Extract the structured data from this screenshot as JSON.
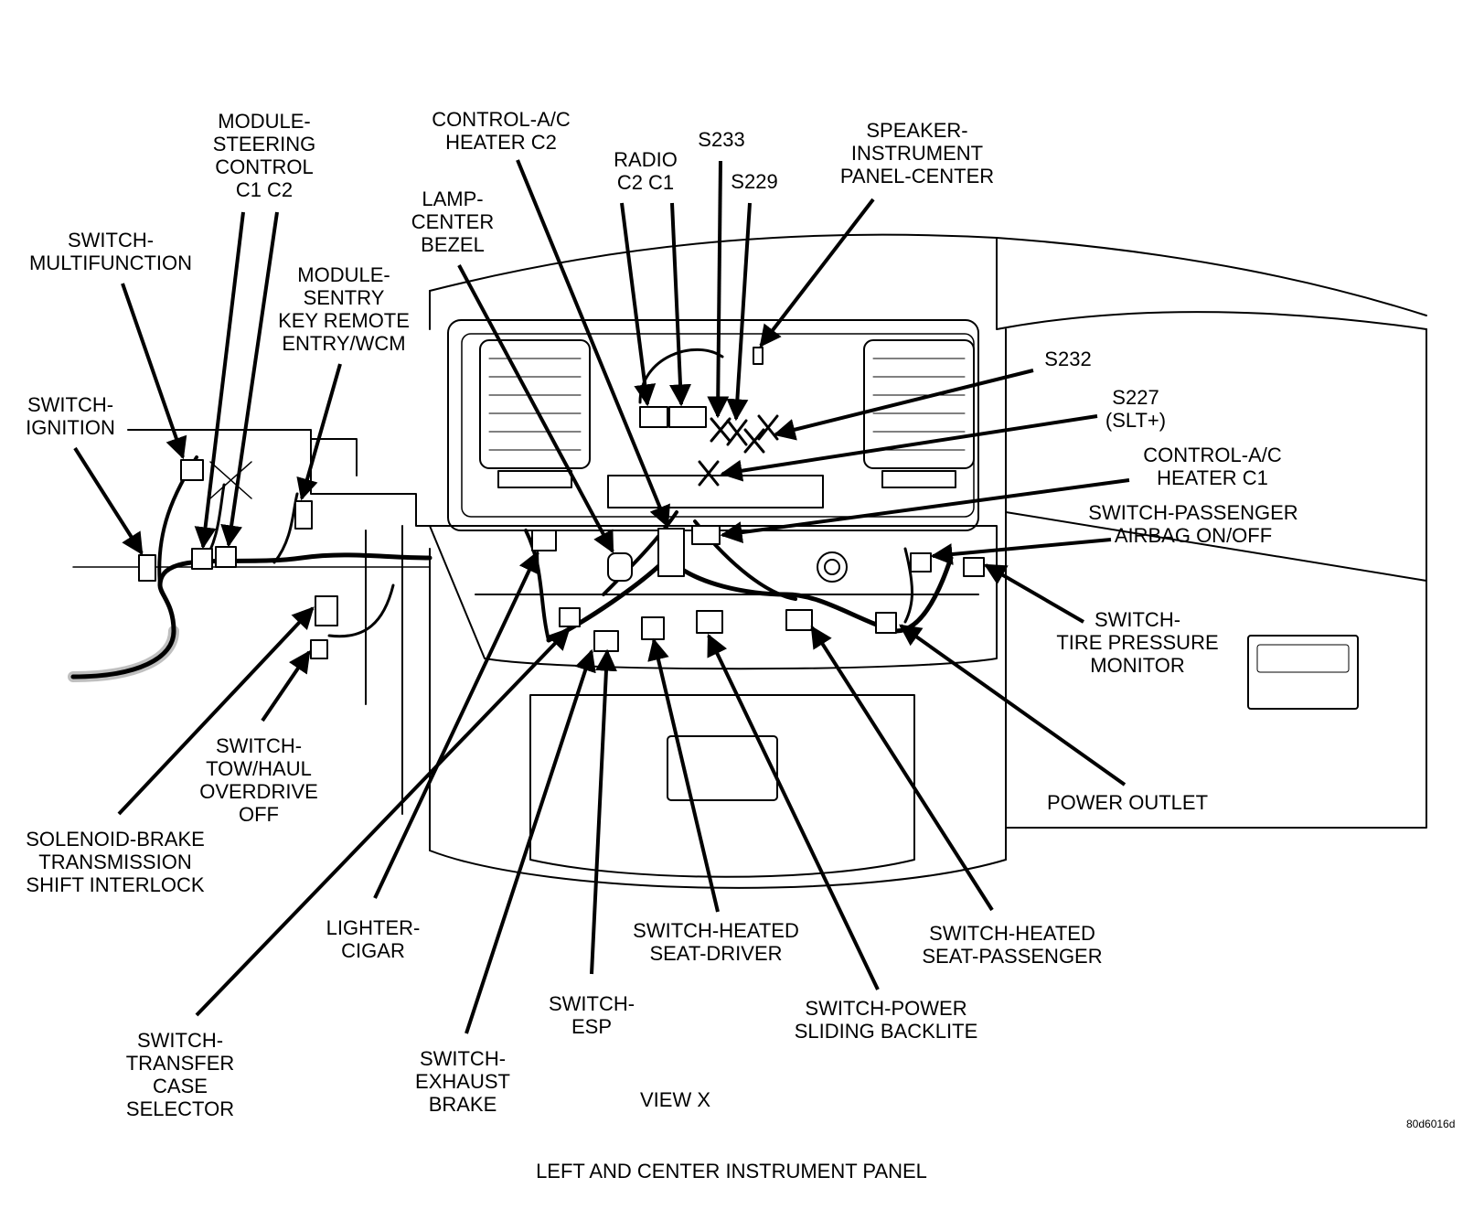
{
  "labels": {
    "module_steering": [
      "MODULE-",
      "STEERING",
      "CONTROL",
      "C1  C2"
    ],
    "switch_multifunction": [
      "SWITCH-",
      "MULTIFUNCTION"
    ],
    "module_sentry": [
      "MODULE-",
      "SENTRY",
      "KEY REMOTE",
      "ENTRY/WCM"
    ],
    "switch_ignition": [
      "SWITCH-",
      "IGNITION"
    ],
    "control_ac_c2": [
      "CONTROL-A/C",
      "HEATER C2"
    ],
    "lamp_center": [
      "LAMP-",
      "CENTER",
      "BEZEL"
    ],
    "radio": [
      "RADIO",
      "C2    C1"
    ],
    "s233": [
      "S233"
    ],
    "s229": [
      "S229"
    ],
    "speaker": [
      "SPEAKER-",
      "INSTRUMENT",
      "PANEL-CENTER"
    ],
    "s232": [
      "S232"
    ],
    "s227": [
      "S227",
      "(SLT+)"
    ],
    "control_ac_c1": [
      "CONTROL-A/C",
      "HEATER C1"
    ],
    "switch_passenger_airbag": [
      "SWITCH-PASSENGER",
      "AIRBAG ON/OFF"
    ],
    "switch_tire": [
      "SWITCH-",
      "TIRE PRESSURE",
      "MONITOR"
    ],
    "power_outlet": [
      "POWER OUTLET"
    ],
    "switch_heated_passenger": [
      "SWITCH-HEATED",
      "SEAT-PASSENGER"
    ],
    "switch_power_backlite": [
      "SWITCH-POWER",
      "SLIDING BACKLITE"
    ],
    "switch_heated_driver": [
      "SWITCH-HEATED",
      "SEAT-DRIVER"
    ],
    "switch_esp": [
      "SWITCH-",
      "ESP"
    ],
    "switch_exhaust": [
      "SWITCH-",
      "EXHAUST",
      "BRAKE"
    ],
    "lighter": [
      "LIGHTER-",
      "CIGAR"
    ],
    "switch_transfer": [
      "SWITCH-",
      "TRANSFER",
      "CASE",
      "SELECTOR"
    ],
    "solenoid": [
      "SOLENOID-BRAKE",
      "TRANSMISSION",
      "SHIFT INTERLOCK"
    ],
    "switch_tow": [
      "SWITCH-",
      "TOW/HAUL",
      "OVERDRIVE",
      "OFF"
    ]
  },
  "view_label": "VIEW X",
  "caption": "LEFT AND CENTER INSTRUMENT PANEL",
  "figure_code": "80d6016d"
}
